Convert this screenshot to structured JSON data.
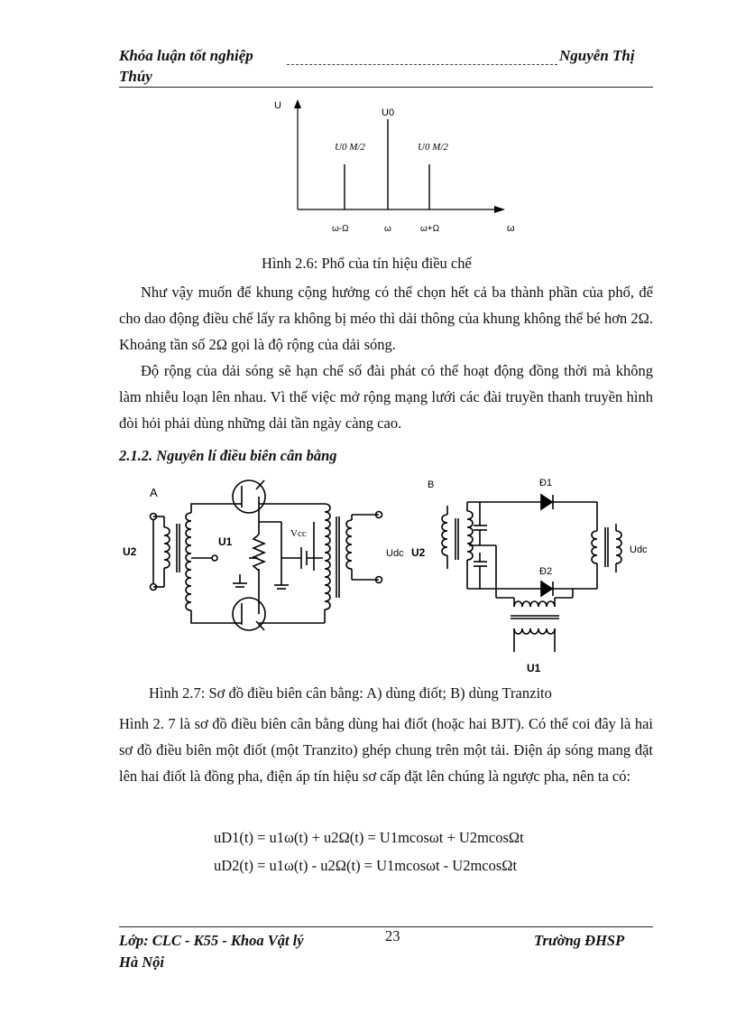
{
  "header": {
    "left": "Khóa luận tốt nghiệp",
    "right": "Nguyễn Thị",
    "line2": "Thúy"
  },
  "figure1": {
    "y_axis": "U",
    "x_axis": "ω",
    "center_label": "U0",
    "side_label": "U0 M/2",
    "ticks": [
      "ω-Ω",
      "ω",
      "ω+Ω"
    ],
    "caption": "Hình 2.6: Phổ của tín hiệu điều chế"
  },
  "chart_data": {
    "type": "bar",
    "categories": [
      "ω-Ω",
      "ω",
      "ω+Ω"
    ],
    "values": [
      0.5,
      1.0,
      0.5
    ],
    "xlabel": "ω",
    "ylabel": "U"
  },
  "paragraph1": "Như vậy muốn để khung cộng hưởng có thể chọn hết cả ba thành phần của phổ, để cho dao động điều chế lấy ra không bị méo thì dải thông của khung không thể bé hơn 2Ω. Khoảng tần số 2Ω gọi là độ rộng của dải sóng.",
  "paragraph2": "Độ rộng của dải sóng sẽ hạn chế số đài phát có thể hoạt động đồng thời mà không làm nhiễu loạn lên nhau. Vì thế việc mở rộng mạng lưới các đài truyền thanh truyền hình đòi hỏi phải dùng những dải tần ngày càng cao.",
  "section_title": "2.1.2. Nguyên lí điều biên cân bằng",
  "figure2": {
    "circuit_a": {
      "label": "A",
      "input": "U2",
      "carrier": "U1",
      "supply": "Vcc",
      "output": "Udc"
    },
    "circuit_b": {
      "label": "B",
      "input": "U2",
      "diode1": "Đ1",
      "diode2": "Đ2",
      "output": "Udc",
      "carrier": "U1"
    },
    "caption": "Hình 2.7: Sơ đồ điều biên cân bằng: A) dùng điốt; B) dùng Tranzito"
  },
  "paragraph3": "Hình 2. 7 là sơ đồ điều biên cân bằng dùng hai điốt (hoặc hai BJT). Có thể coi đây là hai sơ đồ điều biên một điốt (một Tranzito) ghép chung trên một tải. Điện áp sóng mang đặt lên hai điốt là đồng pha, điện áp tín hiệu sơ cấp đặt lên chúng là ngược pha, nên ta có:",
  "equations": [
    "uD1(t) = u1ω(t) + u2Ω(t) = U1mcosωt + U2mcosΩt",
    "uD2(t) = u1ω(t) - u2Ω(t) = U1mcosωt - U2mcosΩt"
  ],
  "footer": {
    "left": "Lớp: CLC - K55 - Khoa Vật lý",
    "page": "23",
    "right": "Trường ĐHSP",
    "line2": "Hà Nội"
  }
}
